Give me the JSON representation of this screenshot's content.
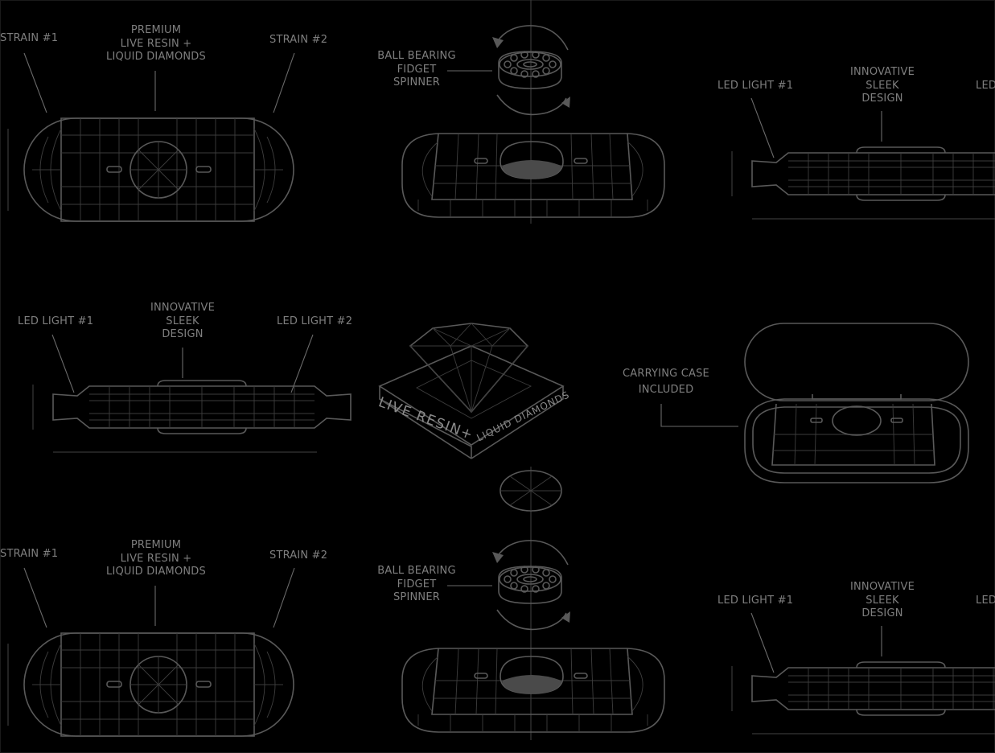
{
  "labels": {
    "strain_1": "STRAIN #1",
    "strain_2": "STRAIN #2",
    "premium": [
      "PREMIUM",
      "LIVE RESIN +",
      "LIQUID DIAMONDS"
    ],
    "ball_bearing": [
      "BALL BEARING",
      "FIDGET",
      "SPINNER"
    ],
    "led_light_1": "LED LIGHT #1",
    "led_light_2": "LED LIGHT #2",
    "led_cut": "LED",
    "innovative": [
      "INNOVATIVE",
      "SLEEK",
      "DESIGN"
    ],
    "carrying_case": [
      "CARRYING CASE",
      "INCLUDED"
    ],
    "box_live_resin": "LIVE RESIN+",
    "box_liquid_diamonds": "LIQUID DIAMONDS"
  },
  "colors": {
    "background": "#000000",
    "line": "#595959",
    "text": "#7f7f7f",
    "fill_accent": "#4a4a4a"
  }
}
